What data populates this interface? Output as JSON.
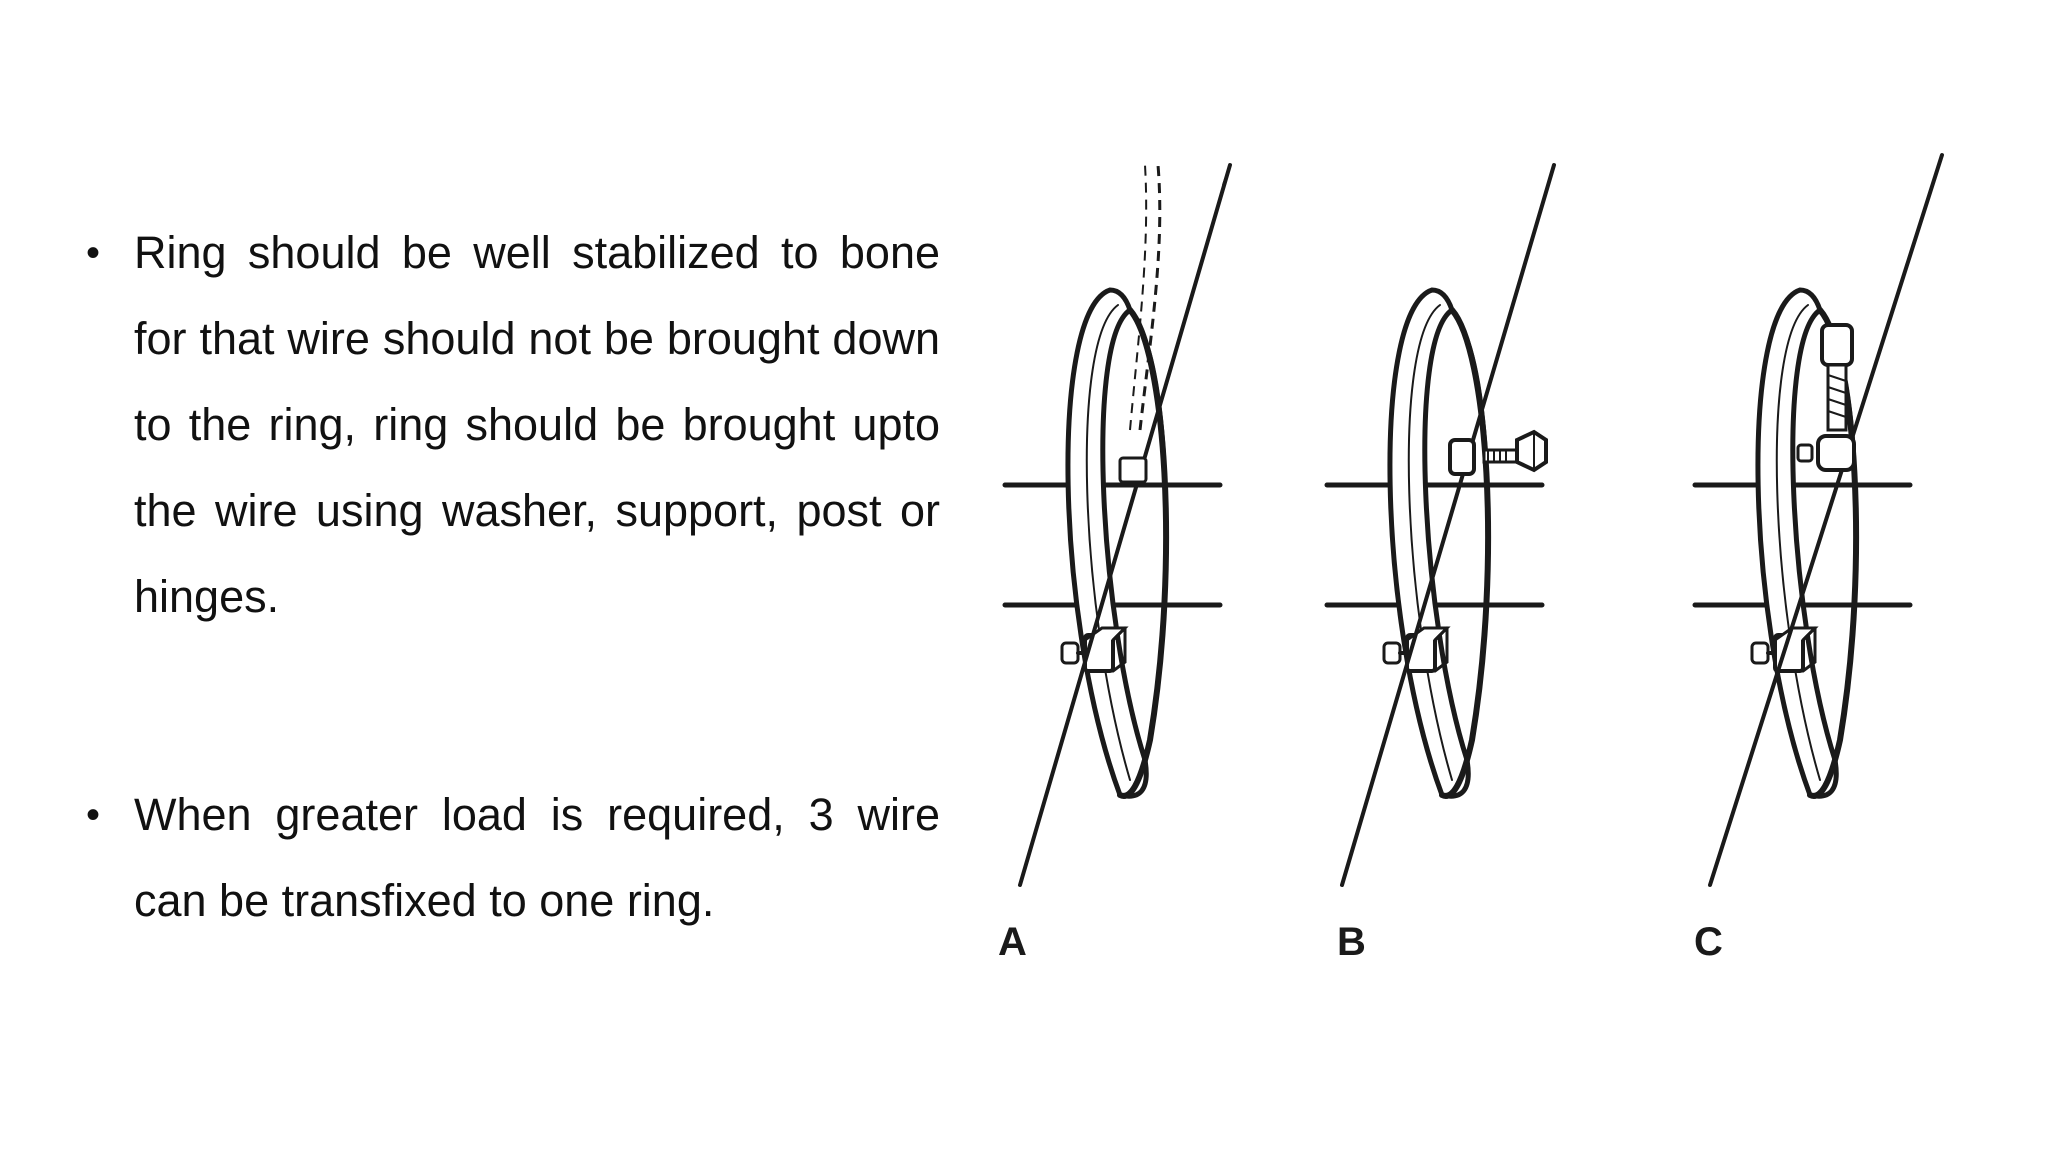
{
  "bullets": [
    "Ring should be well stabilized to bone for that wire should not be brought down to the ring, ring should be brought upto the wire using washer, support, post or hinges.",
    "When greater load is required, 3 wire can be transfixed to one ring."
  ],
  "bullet_symbol": "•",
  "figure": {
    "panels": [
      {
        "label": "A",
        "fixation": "wire-bent-to-ring"
      },
      {
        "label": "B",
        "fixation": "washer-bolt"
      },
      {
        "label": "C",
        "fixation": "post"
      }
    ]
  },
  "colors": {
    "text": "#111111",
    "line_art": "#1a1a1a",
    "background": "#ffffff"
  }
}
